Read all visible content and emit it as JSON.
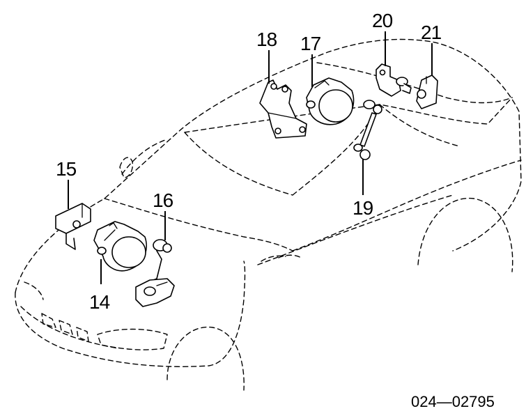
{
  "callouts": {
    "c14": "14",
    "c15": "15",
    "c16": "16",
    "c17": "17",
    "c18": "18",
    "c19": "19",
    "c20": "20",
    "c21": "21"
  },
  "diagram_code": "024—02795"
}
